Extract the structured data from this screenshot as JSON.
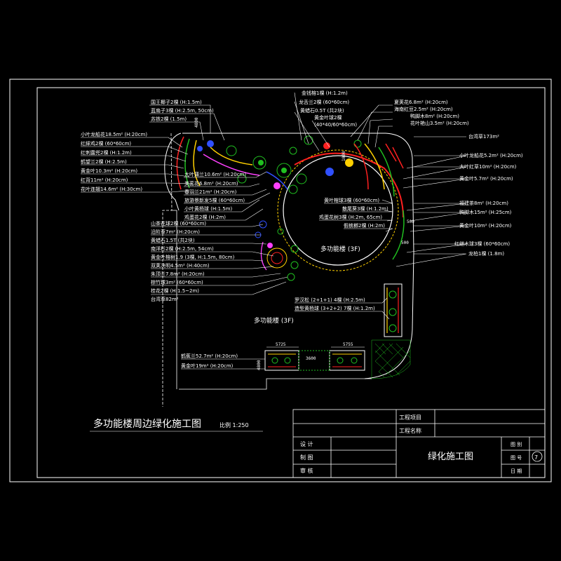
{
  "title": {
    "main": "多功能楼周边绿化施工图",
    "scale": "比例 1:250"
  },
  "buildings": {
    "circle_label": "多功能楼 (3F)",
    "main_label": "多功能楼 (3F)"
  },
  "dimensions": [
    "4800",
    "1000",
    "500",
    "500",
    "5725",
    "3600",
    "5755",
    "4800"
  ],
  "labels_left": [
    "国王椰子2棵 (H:1.5m)",
    "蓝扇子3棵 (H:2.5m, 50cm)",
    "苏铁2棵 (1.5m)",
    "小叶龙船花18.5m² (H:20cm)",
    "红綵鸡2棵 (60*60cm)",
    "红刺露兜2棵 (H:1.2m)",
    "鹤望兰2棵 (H:2.5m)",
    "黄金叶10.3m² (H:20cm)",
    "红背11m² (H:20cm)",
    "花叶连翘14.6m² (H:30cm)"
  ],
  "labels_center": [
    "大叶蒲兰10.6m² (H:20cm)",
    "美蕊花6.8m² (H:20cm)",
    "春羽兰21m² (H:20cm)",
    "旅游景新发5棵 (60*60cm)",
    "小叶黄杨球 (H:1.5m)",
    "鸡蛋花2棵 (H:2m)"
  ],
  "labels_left_lower": [
    "山茶花球2棵 (60*60cm)",
    "沿阶草7m² (H:20cm)",
    "黄蜡石1.5T (共2块)",
    "南洋杉2棵 (H:2.5m, 54cm)",
    "黄金叶榕树1.9 (3棵, H:1.5m, 80cm)",
    "双荚决明4.5m² (H:40cm)",
    "朱顶兰7.8m² (H:20cm)",
    "棕竹球3m² (60*60cm)",
    "桂花2棵 (H:1.5~2m)",
    "台湾草82m²"
  ],
  "labels_top": [
    "金钱榕1棵 (H:1.2m)",
    "龙舌兰2棵 (60*60cm)",
    "黄蜡石0.5T (共2块)",
    "黄金叶球2棵",
    "(40*40/60*60cm)"
  ],
  "labels_right_top": [
    "夏荚花6.8m² (H:20cm)",
    "海南红豆2.5m² (H:20cm)",
    "鸭脚木8m² (H:20cm)",
    "花叶艳山3.5m² (H:20cm)",
    "台湾草173m²"
  ],
  "labels_right": [
    "小叶龙船花5.2m² (H:20cm)",
    "大叶红草10m² (H:20cm)",
    "黄金叶5.7m² (H:20cm)",
    "福建茶8m² (H:20cm)",
    "鸭脚木15m² (H:25cm)",
    "黄金叶10m² (H:20cm)",
    "红继木球3棵 (60*60cm)",
    "龙柏1棵 (1.8m)"
  ],
  "labels_circle": [
    "黄叶榕球3棵 (60*60cm)",
    "散尾葵3棵 (H:1.2m)",
    "鸡蛋花树3棵 (H:2m, 65cm)",
    "假槟榔2棵 (H:2m)"
  ],
  "labels_mid_right": [
    "罗汉松 (2+1+1) 4棵 (H:2.5m)",
    "造型黄杨球 (3+2+2) 7棵 (H:1.2m)"
  ],
  "labels_bottom": [
    "鹤蕉兰52.7m² (H:20cm)",
    "黄金叶19m² (H:20cm)"
  ],
  "title_block": {
    "design": "设 计",
    "draw": "制 图",
    "check": "审 核",
    "project_item": "工程项目",
    "project_name": "工程名称",
    "drawing_name": "绿化施工图",
    "sheet": "图 别",
    "number_label": "图 号",
    "date": "日 期",
    "number": "7"
  },
  "colors": {
    "background": "#000000",
    "lines": "#ffffff",
    "planting_red": "#ff2020",
    "planting_green": "#20c020",
    "planting_yellow": "#ffd000",
    "planting_blue": "#3050ff",
    "planting_magenta": "#ff40ff"
  }
}
